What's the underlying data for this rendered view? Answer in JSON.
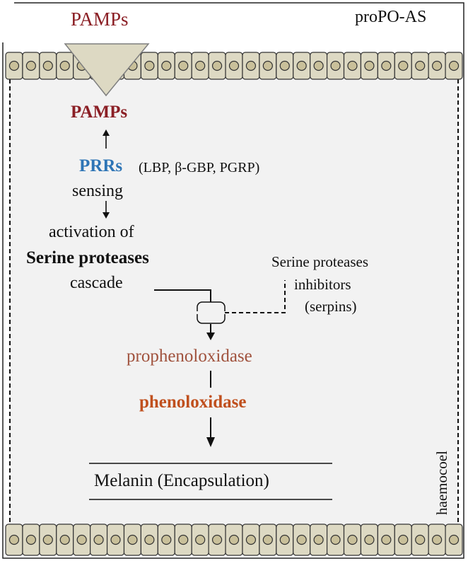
{
  "diagram": {
    "system_label": "proPO-AS",
    "top_pamps": "PAMPs",
    "inner_pamps": "PAMPs",
    "prrs": "PRRs",
    "prrs_examples": "(LBP, β-GBP, PGRP)",
    "sensing": "sensing",
    "activation_of": "activation of",
    "serine_proteases": "Serine proteases",
    "cascade": "cascade",
    "inhibitor_line1": "Serine proteases",
    "inhibitor_line2": "inhibitors",
    "inhibitor_line3": "(serpins)",
    "prophenoloxidase": "prophenoloxidase",
    "phenoloxidase": "phenoloxidase",
    "melanin": "Melanin (Encapsulation)",
    "haemocoel": "haemocoel"
  },
  "colors": {
    "pamps": "#8b1f25",
    "prrs": "#2e75b6",
    "prophenoloxidase": "#a0523d",
    "phenoloxidase": "#c0501e",
    "cell_fill": "#ddd9c3",
    "nucleus_fill": "#c9c09a",
    "arrow_fill": "#ddd9c3",
    "chamber_fill": "#f2f2f2"
  }
}
